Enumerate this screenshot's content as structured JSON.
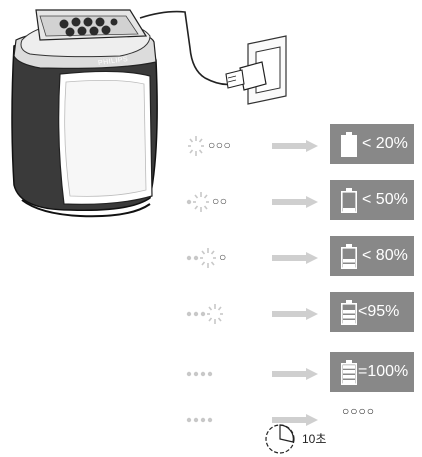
{
  "diagram": {
    "brand_text": "PHILIPS",
    "rows": [
      {
        "leds": "○○○",
        "level": "< 20%",
        "fill": 1.0,
        "blink": 0
      },
      {
        "leds": "○○",
        "level": "< 50%",
        "fill": 0.25,
        "blink": 1
      },
      {
        "leds": "○",
        "level": "< 80%",
        "fill": 0.5,
        "blink": 2
      },
      {
        "leds": "",
        "level": "<95%",
        "fill": 0.75,
        "blink": 3
      },
      {
        "leds": "",
        "level": "=100%",
        "fill": 1.0,
        "blink": -1
      }
    ],
    "final_leds": "○○○○",
    "timer_text": "10초",
    "colors": {
      "arrow": "#cfcfcf",
      "box": "#888888",
      "led": "#c8c8c8"
    }
  }
}
